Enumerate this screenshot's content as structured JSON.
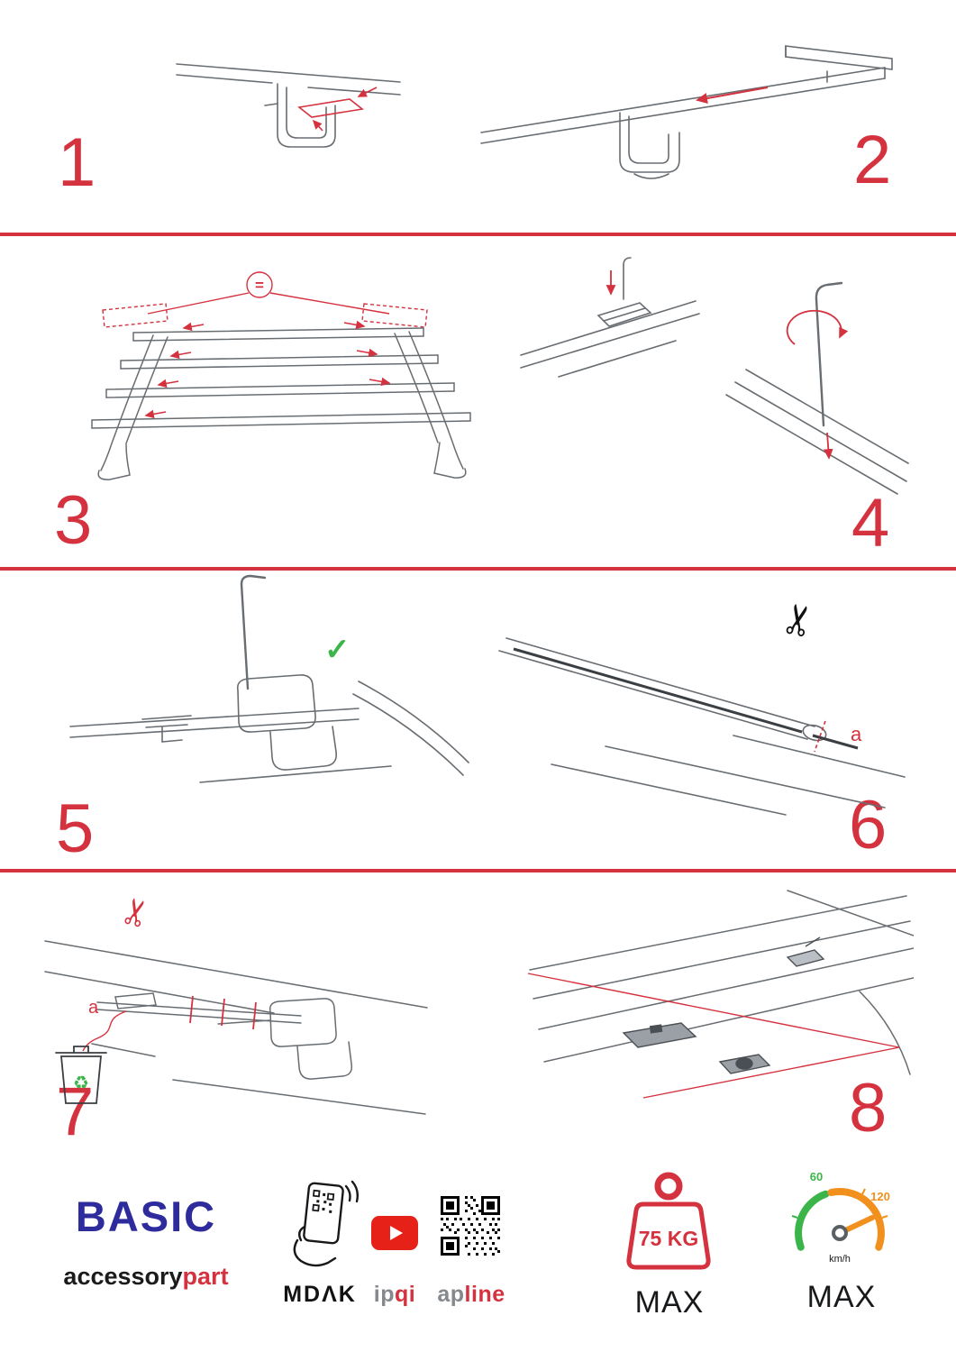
{
  "document": {
    "type": "roof-rack-mounting-instructions",
    "colors": {
      "accent_red": "#d4323e",
      "brand_blue": "#2e2b9c",
      "ok_green": "#3bb54a",
      "gauge_orange": "#f2901e",
      "youtube_red": "#e62117",
      "line_gray": "#686d72"
    }
  },
  "steps": [
    {
      "number": "1"
    },
    {
      "number": "2"
    },
    {
      "number": "3",
      "equal_label": "="
    },
    {
      "number": "4"
    },
    {
      "number": "5"
    },
    {
      "number": "6",
      "part_label": "a"
    },
    {
      "number": "7",
      "part_label": "a"
    },
    {
      "number": "8"
    }
  ],
  "icons": {
    "scissors": "✂",
    "recycle": "♻",
    "check": "✓"
  },
  "footer": {
    "brand": {
      "title": "BASIC",
      "name_primary": "accessory",
      "name_accent": "part"
    },
    "partners": {
      "mdak_label": "MDΛK",
      "ipqi_primary": "ip",
      "ipqi_accent": "qi",
      "apline_primary": "ap",
      "apline_accent": "line"
    },
    "weight": {
      "value": "75 KG",
      "label": "MAX"
    },
    "speed": {
      "low": "60",
      "high": "120",
      "unit": "km/h",
      "label": "MAX"
    }
  }
}
